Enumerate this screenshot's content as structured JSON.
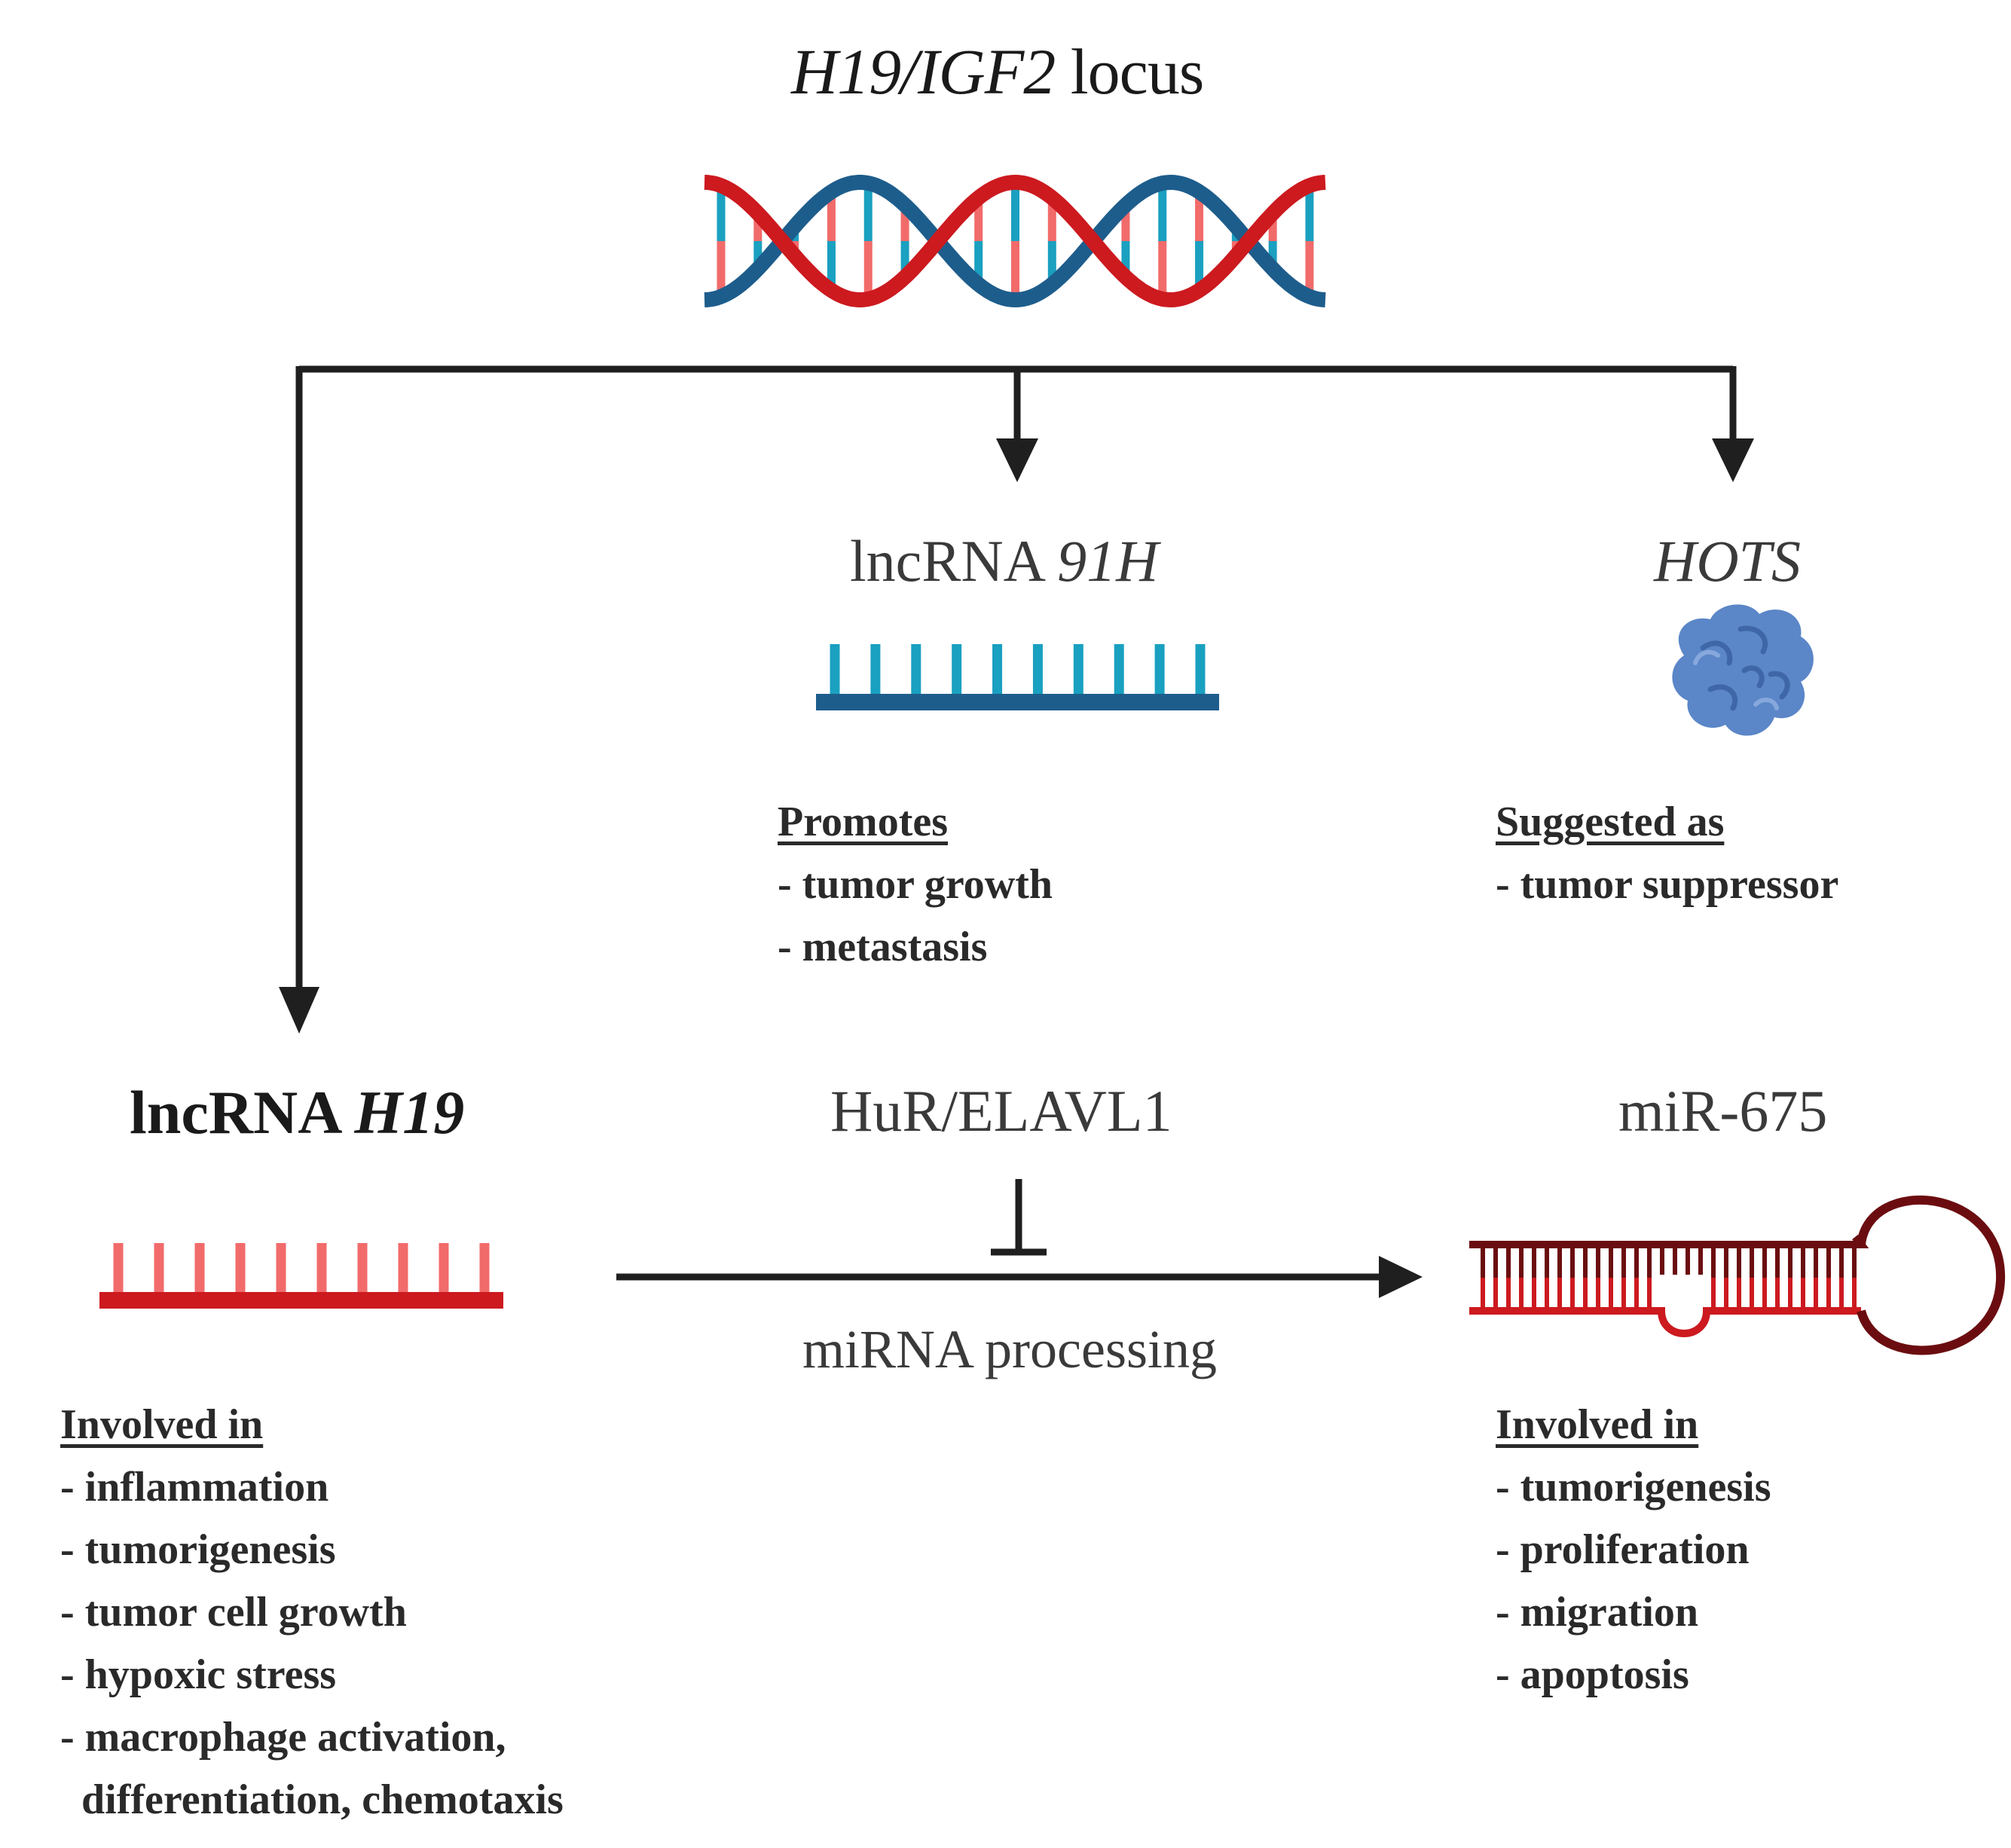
{
  "title": {
    "italic": "H19/IGF2",
    "plain": " locus"
  },
  "node_91h": {
    "prefix": "lncRNA ",
    "italic": "91H"
  },
  "node_hots": {
    "italic": "HOTS"
  },
  "node_h19": {
    "prefix": "lncRNA ",
    "italic": "H19"
  },
  "node_hur": {
    "label": "HuR/ELAVL1"
  },
  "node_mir": {
    "label": "miR-675"
  },
  "edge_processing": {
    "label": "miRNA processing"
  },
  "list_91h": {
    "heading": "Promotes",
    "items": [
      "- tumor growth",
      "- metastasis"
    ]
  },
  "list_hots": {
    "heading": "Suggested as",
    "items": [
      "- tumor suppressor"
    ]
  },
  "list_h19": {
    "heading": "Involved in",
    "items": [
      "- inflammation",
      "- tumorigenesis",
      "- tumor cell growth",
      "- hypoxic stress",
      "- macrophage activation,",
      "  differentiation, chemotaxis"
    ]
  },
  "list_mir": {
    "heading": "Involved in",
    "items": [
      "- tumorigenesis",
      "- proliferation",
      "- migration",
      "- apoptosis"
    ]
  },
  "colors": {
    "dna_red": "#cc1a1f",
    "dna_blue": "#1d5d8c",
    "rna_teal": "#1aa0c0",
    "rna_pink": "#f26b6b",
    "hots_blue": "#5b86c8",
    "hairpin_dark": "#6b0d10",
    "arrow": "#1f1f1f"
  }
}
